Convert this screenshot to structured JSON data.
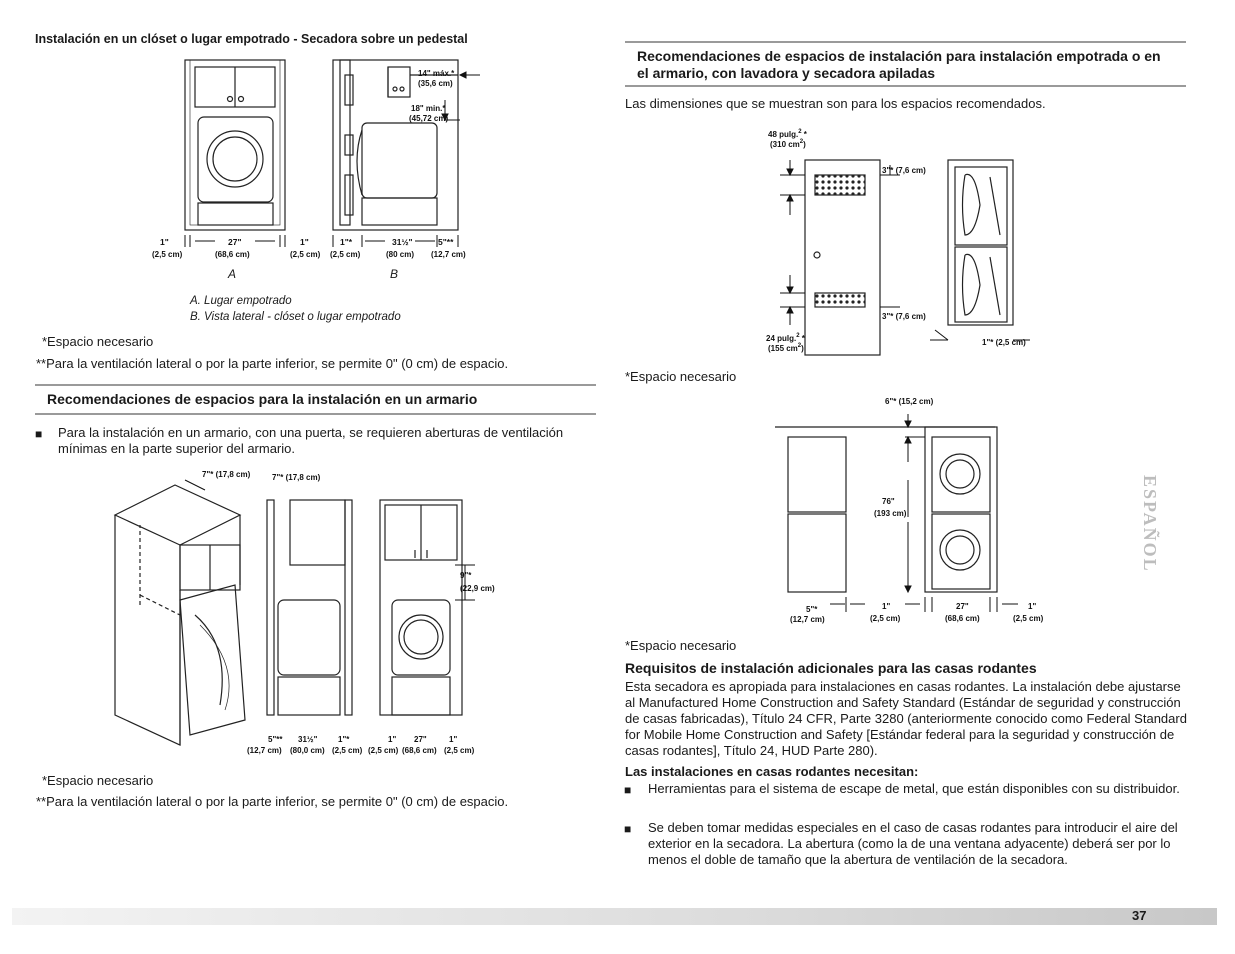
{
  "left": {
    "title1": "Instalación en un clóset o lugar empotrado - Secadora sobre un pedestal",
    "fig1": {
      "dims": [
        "1\"",
        "(2,5 cm)",
        "27\"",
        "(68,6 cm)",
        "1\"",
        "(2,5 cm)",
        "1\"*",
        "(2,5 cm)",
        "31½\"",
        "(80 cm)",
        "5\"**",
        "(12,7 cm)",
        "14\" máx.*",
        "(35,6 cm)",
        "18\" min.*",
        "(45,72 cm)"
      ],
      "label_a": "A",
      "label_b": "B"
    },
    "caption_a": "A. Lugar empotrado",
    "caption_b": "B. Vista lateral - clóset o lugar empotrado",
    "note1": "*Espacio necesario",
    "note2": "**Para la ventilación lateral o por la parte inferior, se permite 0\" (0 cm) de espacio.",
    "section2_title": "Recomendaciones de espacios para la instalación en un armario",
    "bullet1": "Para la instalación en un armario, con una puerta, se requieren aberturas de ventilación mínimas en la parte superior del armario.",
    "fig2": {
      "top1": "7\"* (17,8 cm)",
      "top2": "7\"* (17,8 cm)",
      "side": [
        "9\"*",
        "(22,9 cm)"
      ],
      "bottom": [
        "5\"**",
        "(12,7 cm)",
        "31½\"",
        "(80,0 cm)",
        "1\"*",
        "(2,5 cm)",
        "1\"",
        "(2,5 cm)",
        "27\"",
        "(68,6 cm)",
        "1\"",
        "(2,5 cm)"
      ]
    },
    "note3": "*Espacio necesario",
    "note4": "**Para la ventilación lateral o por la parte inferior, se permite 0\" (0 cm) de espacio."
  },
  "right": {
    "section_title": "Recomendaciones de espacios de instalación para instalación empotrada o en el armario, con lavadora y secadora apiladas",
    "intro": "Las dimensiones que se muestran son para los espacios recomendados.",
    "fig3": {
      "top_area": [
        "48 pulg.",
        "2",
        " *",
        "(310 cm",
        "2",
        ")"
      ],
      "bottom_area": [
        "24 pulg.",
        "2",
        " *",
        "(155 cm",
        "2",
        ")"
      ],
      "gap_top": "3\"* (7,6 cm)",
      "gap_bottom": "3\"* (7,6 cm)",
      "side": "1\"* (2,5 cm)"
    },
    "note1": "*Espacio necesario",
    "fig4": {
      "top": "6\"* (15,2 cm)",
      "height": [
        "76\"",
        "(193 cm)"
      ],
      "bottom": [
        "5\"*",
        "(12,7 cm)",
        "1\"",
        "(2,5 cm)",
        "27\"",
        "(68,6 cm)",
        "1\"",
        "(2,5 cm)"
      ]
    },
    "note2": "*Espacio necesario",
    "mobile_title": "Requisitos de instalación adicionales para las casas rodantes",
    "mobile_text": "Esta secadora es apropiada para instalaciones en casas rodantes. La instalación debe ajustarse al Manufactured Home Construction and Safety Standard (Estándar de seguridad y construcción de casas fabricadas), Título 24 CFR, Parte 3280 (anteriormente conocido como Federal Standard for Mobile Home Construction and Safety [Estándar federal para la seguridad y construcción de casas rodantes], Título 24, HUD Parte 280).",
    "needs_title": "Las instalaciones en casas rodantes necesitan:",
    "needs": [
      "Herramientas para el sistema de escape de metal, que están disponibles con su distribuidor.",
      "Se deben tomar medidas especiales en el caso de casas rodantes para introducir el aire del exterior en la secadora. La abertura (como la de una ventana adyacente) deberá ser por lo menos el doble de tamaño que la abertura de ventilación de la secadora."
    ]
  },
  "side_tab": "ESPAÑOL",
  "page_number": "37"
}
